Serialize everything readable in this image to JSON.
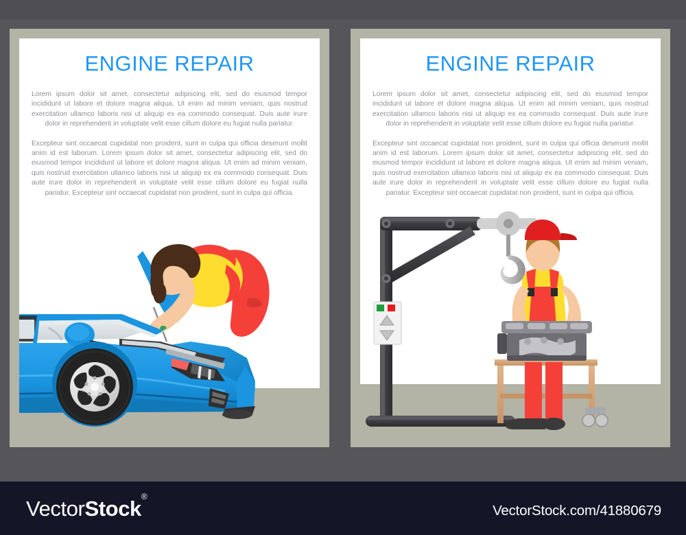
{
  "image": {
    "background_color": "#56565a",
    "poster_border_color": "#b3b3a6",
    "poster_bg_color": "#ffffff",
    "accent_color": "#2196f3",
    "body_text_color": "#8e9095"
  },
  "posters": [
    {
      "title": "ENGINE REPAIR",
      "paragraph1": "Lorem ipsum dolor sit amet, consectetur adipiscing elit, sed do eiusmod tempor incididunt ut labore et dolore magna aliqua. Ut enim ad minim veniam, quis nostrud exercitation ullamco laboris nisi ut aliquip ex ea commodo consequat. Duis aute irure dolor in reprehenderit in voluptate velit esse cillum dolore eu fugiat nulla pariatur.",
      "paragraph2": "Excepteur sint occaecat cupidatat non proident, sunt in culpa qui officia deserunt mollit anim id est laborum. Lorem ipsum dolor sit amet, consectetur adipiscing elit, sed do eiusmod tempor incididunt ut labore et dolore magna aliqua. Ut enim ad minim veniam, quis nostrud exercitation ullamco laboris nisi ut aliquip ex ea commodo consequat. Duis aute irure dolor in reprehenderit in voluptate velit esse cillum dolore eu fugiat nulla pariatur. Excepteur sint occaecat cupidatat non proident, sunt in culpa qui officia.",
      "illustration": {
        "name": "mechanic-repairing-car-engine",
        "car_color": "#1b95e0",
        "mechanic_shirt_color": "#ffdd2e",
        "mechanic_overalls_color": "#f5403a",
        "mechanic_hair_color": "#4a2c1a",
        "floor_color": "#b3b3a6"
      }
    },
    {
      "title": "ENGINE REPAIR",
      "paragraph1": "Lorem ipsum dolor sit amet, consectetur adipiscing elit, sed do eiusmod tempor incididunt ut labore et dolore magna aliqua. Ut enim ad minim veniam, quis nostrud exercitation ullamco laboris nisi ut aliquip ex ea commodo consequat. Duis aute irure dolor in reprehenderit in voluptate velit esse cillum dolore eu fugiat nulla pariatur.",
      "paragraph2": "Excepteur sint occaecat cupidatat non proident, sunt in culpa qui officia deserunt mollit anim id est laborum. Lorem ipsum dolor sit amet, consectetur adipiscing elit, sed do eiusmod tempor incididunt ut labore et dolore magna aliqua. Ut enim ad minim veniam, quis nostrud exercitation ullamco laboris nisi ut aliquip ex ea commodo consequat. Duis aute irure dolor in reprehenderit in voluptate velit esse cillum dolore eu fugiat nulla pariatur. Excepteur sint occaecat cupidatat non proident, sunt in culpa qui officia.",
      "illustration": {
        "name": "mechanic-with-engine-hoist-crane",
        "crane_color": "#3e3e42",
        "hook_color": "#b5b5b5",
        "mechanic_shirt_color": "#ffdd2e",
        "mechanic_overalls_color": "#f5403a",
        "mechanic_cap_color": "#e02020",
        "engine_block_color": "#6e6e73",
        "table_color": "#d9ab7e",
        "control_panel": {
          "indicator_green": "#1f9d3c",
          "indicator_red": "#e81c1c",
          "up_button": "up-triangle",
          "down_button": "down-triangle"
        }
      }
    }
  ],
  "footer": {
    "logo_light": "Vector",
    "logo_bold": "Stock",
    "logo_registered": "®",
    "url": "VectorStock.com/41880679",
    "background_color": "#141527"
  }
}
